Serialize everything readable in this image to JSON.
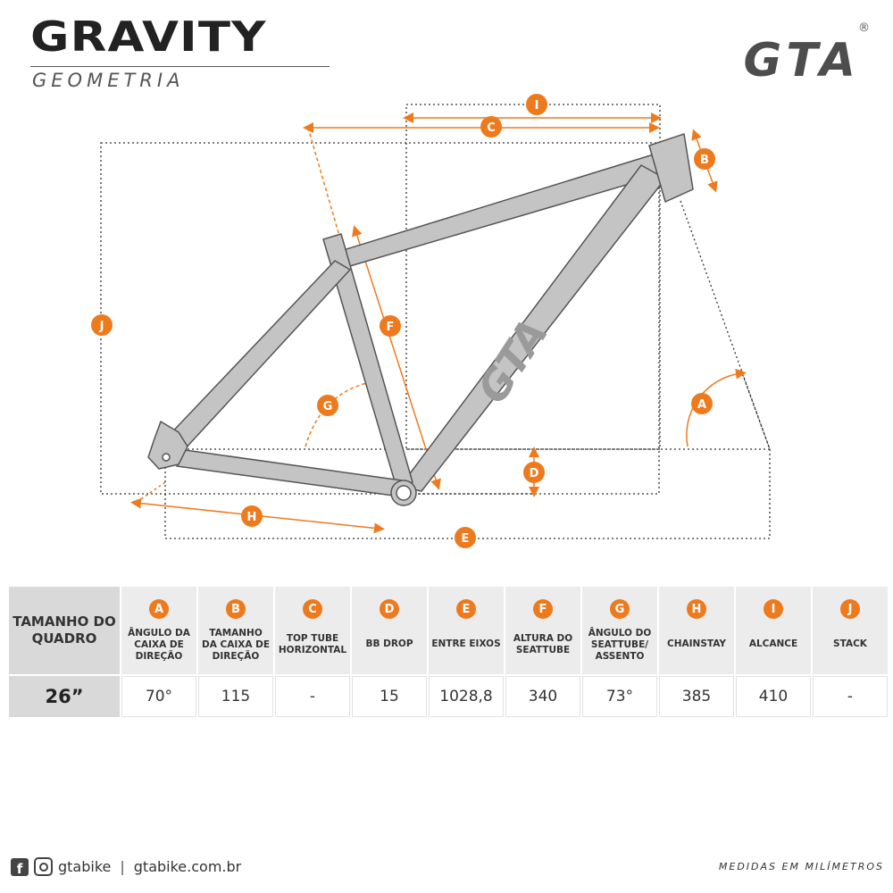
{
  "header": {
    "model": "GRAVITY",
    "subtitle": "GEOMETRIA",
    "brand_logo": "GTA",
    "registered": "®"
  },
  "frame_logo": "GTA",
  "dimension_markers": [
    "A",
    "B",
    "C",
    "D",
    "E",
    "F",
    "G",
    "H",
    "I",
    "J"
  ],
  "colors": {
    "accent": "#ee7a1e",
    "frame": "#c4c4c4",
    "frame_outline": "#555555"
  },
  "table": {
    "size_header": "TAMANHO DO QUADRO",
    "columns": [
      {
        "letter": "A",
        "label": "ÂNGULO DA CAIXA DE DIREÇÃO"
      },
      {
        "letter": "B",
        "label": "TAMANHO DA CAIXA DE DIREÇÃO"
      },
      {
        "letter": "C",
        "label": "TOP TUBE HORIZONTAL"
      },
      {
        "letter": "D",
        "label": "BB DROP"
      },
      {
        "letter": "E",
        "label": "ENTRE EIXOS"
      },
      {
        "letter": "F",
        "label": "ALTURA DO SEATTUBE"
      },
      {
        "letter": "G",
        "label": "ÂNGULO DO SEATTUBE/ ASSENTO"
      },
      {
        "letter": "H",
        "label": "CHAINSTAY"
      },
      {
        "letter": "I",
        "label": "ALCANCE"
      },
      {
        "letter": "J",
        "label": "STACK"
      }
    ],
    "rows": [
      {
        "size": "26”",
        "values": [
          "70°",
          "115",
          "-",
          "15",
          "1028,8",
          "340",
          "73°",
          "385",
          "410",
          "-"
        ]
      }
    ]
  },
  "footer": {
    "social_handle": "gtabike",
    "separator": "|",
    "website": "gtabike.com.br",
    "units_note": "MEDIDAS EM MILÍMETROS"
  }
}
